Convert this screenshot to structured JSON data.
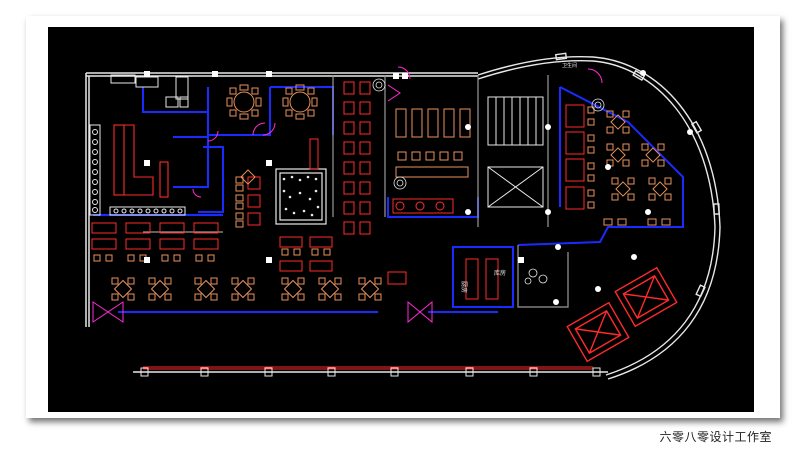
{
  "colors": {
    "background": "#000000",
    "frame": "#ffffff",
    "wall_white": "#e8e8e8",
    "wall_blue": "#1a2bff",
    "furniture_red": "#ff2a2a",
    "furniture_orange": "#e8925a",
    "accent_magenta": "#ff2bd6",
    "accent_cyan": "#1ec6ff"
  },
  "plan": {
    "labels": {
      "room_tag_a": "厨房",
      "room_tag_b": "库房",
      "room_tag_c": "卫生间"
    }
  },
  "watermark": "六零八零设计工作室"
}
